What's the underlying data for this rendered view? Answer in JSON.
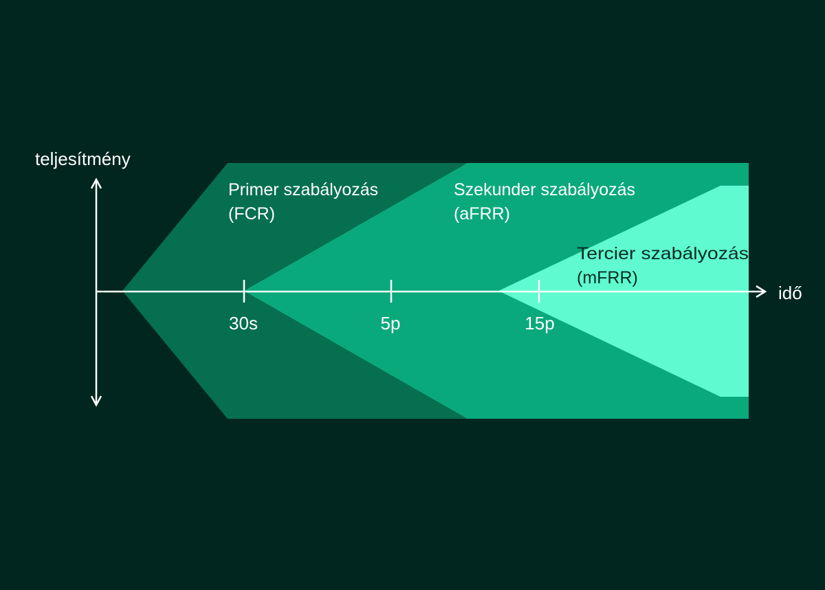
{
  "colors": {
    "background": "#01261f",
    "primary_band": "#056f4f",
    "secondary_band": "#0aa97c",
    "tertiary_band": "#5ffad0",
    "axis": "#ffffff"
  },
  "axes": {
    "y_label": "teljesítmény",
    "x_label": "idő",
    "ticks": [
      "30s",
      "5p",
      "15p"
    ]
  },
  "bands": [
    {
      "name": "Primer szabályozás",
      "abbr": "(FCR)"
    },
    {
      "name": "Szekunder szabályozás",
      "abbr": "(aFRR)"
    },
    {
      "name": "Tercier szabályozás",
      "abbr": "(mFRR)"
    }
  ]
}
